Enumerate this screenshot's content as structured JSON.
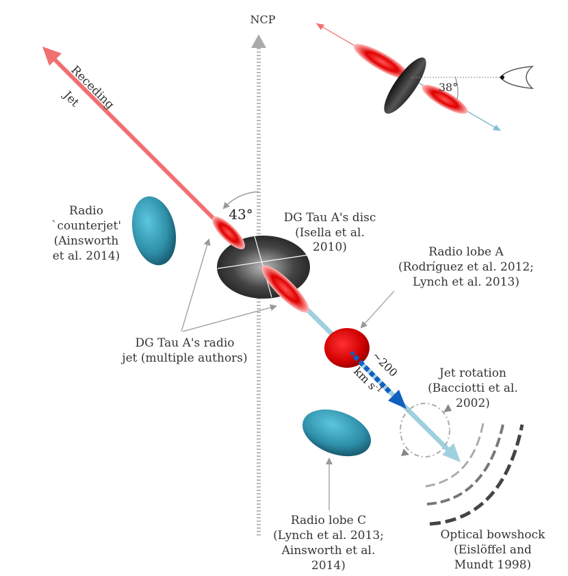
{
  "diagram": {
    "ncp_label": "NCP",
    "receding_jet": [
      "Receding",
      "Jet"
    ],
    "angle_main": "43°",
    "angle_inset": "38°",
    "counterjet": [
      "Radio",
      "`counterjet'",
      "(Ainsworth",
      "et al. 2014)"
    ],
    "disc": [
      "DG Tau A's disc",
      "(Isella et al.",
      "2010)"
    ],
    "lobe_a": [
      "Radio lobe A",
      "(Rodríguez et al. 2012;",
      "Lynch et al. 2013)"
    ],
    "radio_jet": [
      "DG Tau A's radio",
      "jet (multiple authors)"
    ],
    "speed": [
      "~200",
      "km s",
      "-1"
    ],
    "jet_rotation": [
      "Jet rotation",
      "(Bacciotti et al.",
      "2002)"
    ],
    "lobe_c": [
      "Radio lobe C",
      "(Lynch et al. 2013;",
      "Ainsworth et al.",
      "2014)"
    ],
    "bowshock": [
      "Optical bowshock",
      "(Eislöffel and",
      "Mundt 1998)"
    ]
  },
  "colors": {
    "receding_jet": "#f07070",
    "approaching_jet": "#9fd0e0",
    "lobe": "#dd1010",
    "blue_lobe": "#2e8fa8",
    "velocity_arrow": "#1060c0",
    "disc": "#333333"
  },
  "icons": [
    "eye-icon"
  ]
}
